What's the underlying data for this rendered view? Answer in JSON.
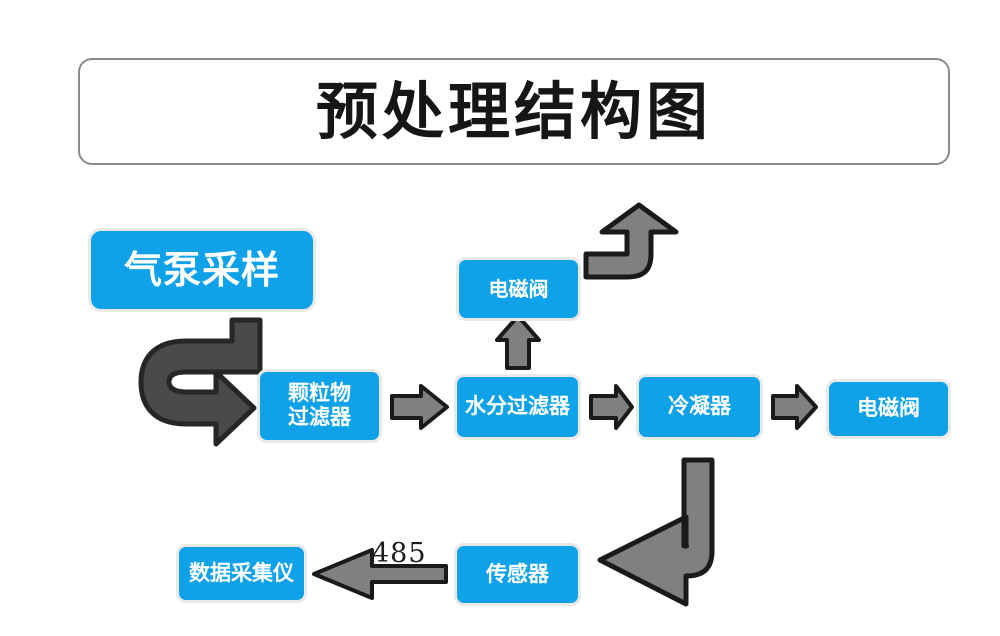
{
  "diagram": {
    "title": "预处理结构图",
    "colors": {
      "node_fill": "#10a2e8",
      "node_outline": "#e9e9e9",
      "node_text": "#ffffff",
      "title_border": "#8c8c8c",
      "title_text": "#161616",
      "arrow_fill": "#808080",
      "arrow_stroke": "#1a1a1a",
      "arrow_dark_fill": "#4a4a4a",
      "background": "#ffffff"
    },
    "nodes": [
      {
        "id": "pump",
        "label": "气泵采样"
      },
      {
        "id": "particle",
        "label": "颗粒物\n过滤器",
        "line1": "颗粒物",
        "line2": "过滤器"
      },
      {
        "id": "moisture",
        "label": "水分过滤器"
      },
      {
        "id": "valve_top",
        "label": "电磁阀"
      },
      {
        "id": "condenser",
        "label": "冷凝器"
      },
      {
        "id": "valve_right",
        "label": "电磁阀"
      },
      {
        "id": "sensor",
        "label": "传感器"
      },
      {
        "id": "daq",
        "label": "数据采集仪"
      }
    ],
    "edges": [
      {
        "from": "pump",
        "to": "particle",
        "label": "",
        "style": "curved-u-turn",
        "direction": "right"
      },
      {
        "from": "particle",
        "to": "moisture",
        "label": "",
        "style": "block",
        "direction": "right"
      },
      {
        "from": "moisture",
        "to": "valve_top",
        "label": "",
        "style": "block",
        "direction": "up"
      },
      {
        "from": "valve_top",
        "to": "exhaust",
        "label": "",
        "style": "elbow",
        "direction": "right-then-up"
      },
      {
        "from": "moisture",
        "to": "condenser",
        "label": "",
        "style": "block",
        "direction": "right"
      },
      {
        "from": "condenser",
        "to": "valve_right",
        "label": "",
        "style": "block",
        "direction": "right"
      },
      {
        "from": "valve_right",
        "to": "sensor",
        "label": "",
        "style": "elbow",
        "direction": "down-then-left"
      },
      {
        "from": "sensor",
        "to": "daq",
        "label": "485",
        "style": "line-arrow",
        "direction": "left"
      }
    ],
    "edge_labels": {
      "rs485": "485"
    }
  }
}
